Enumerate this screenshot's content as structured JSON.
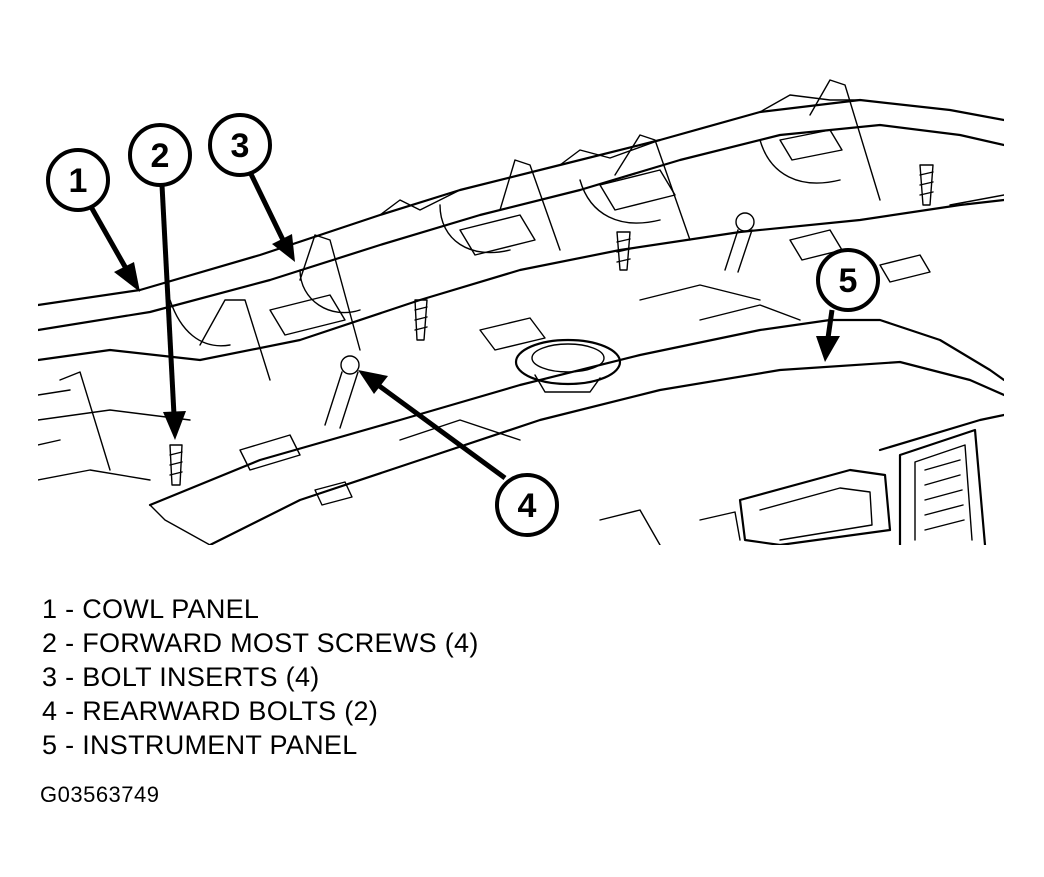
{
  "callouts": [
    {
      "number": "1"
    },
    {
      "number": "2"
    },
    {
      "number": "3"
    },
    {
      "number": "4"
    },
    {
      "number": "5"
    }
  ],
  "legend": [
    "1 - COWL PANEL",
    "2 - FORWARD MOST SCREWS (4)",
    "3 - BOLT INSERTS (4)",
    "4 - REARWARD BOLTS (2)",
    "5 - INSTRUMENT PANEL"
  ],
  "figure_id": "G03563749"
}
